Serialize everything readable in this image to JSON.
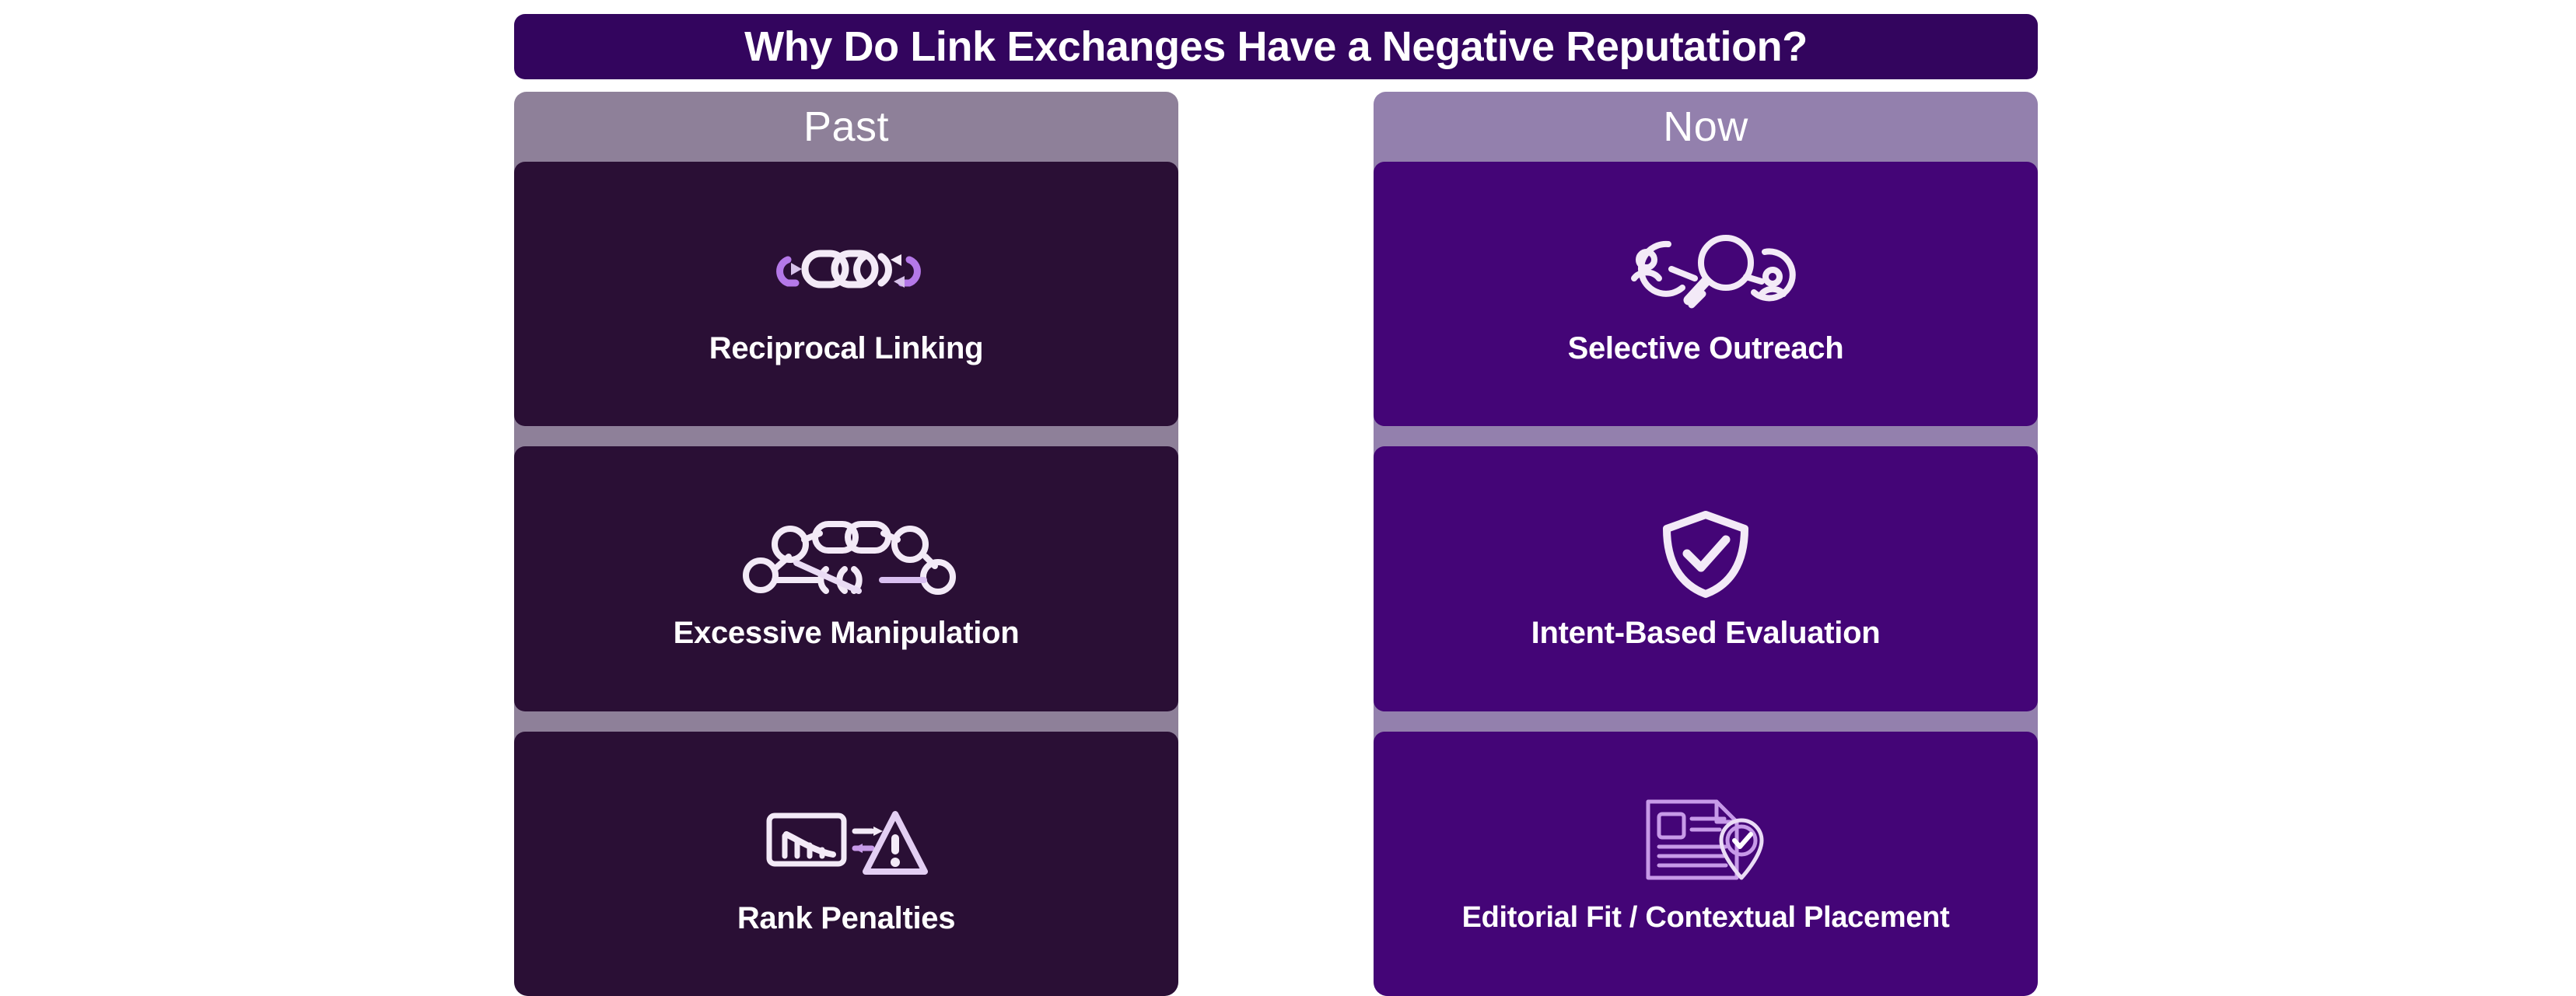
{
  "title": {
    "text": "Why Do Link Exchanges Have a Negative Reputation?",
    "background": "#33055E",
    "color": "#FFFFFF"
  },
  "columns": [
    {
      "key": "past",
      "header": "Past",
      "header_background": "#8E8099",
      "card_background": "#2A0F35",
      "cards": [
        {
          "label": "Reciprocal Linking",
          "icon": "two-way-chain-links-icon"
        },
        {
          "label": "Excessive Manipulation",
          "icon": "tangled-chain-network-icon"
        },
        {
          "label": "Rank Penalties",
          "icon": "declining-chart-monitor-warning-icon"
        }
      ]
    },
    {
      "key": "now",
      "header": "Now",
      "header_background": "#9380AD",
      "card_background": "#440577",
      "cards": [
        {
          "label": "Selective Outreach",
          "icon": "people-magnifier-icon"
        },
        {
          "label": "Intent-Based Evaluation",
          "icon": "shield-check-icon"
        },
        {
          "label": "Editorial Fit / Contextual Placement",
          "icon": "document-location-check-icon"
        }
      ]
    }
  ],
  "palette": {
    "page_background": "#FFFFFF",
    "title_purple": "#33055E",
    "past_header_mauve": "#8E8099",
    "past_card_plum": "#2A0F35",
    "now_header_mauve": "#9380AD",
    "now_card_purple": "#440577",
    "icon_white": "#F3EAF7",
    "icon_accent_lilac": "#B478E8"
  }
}
